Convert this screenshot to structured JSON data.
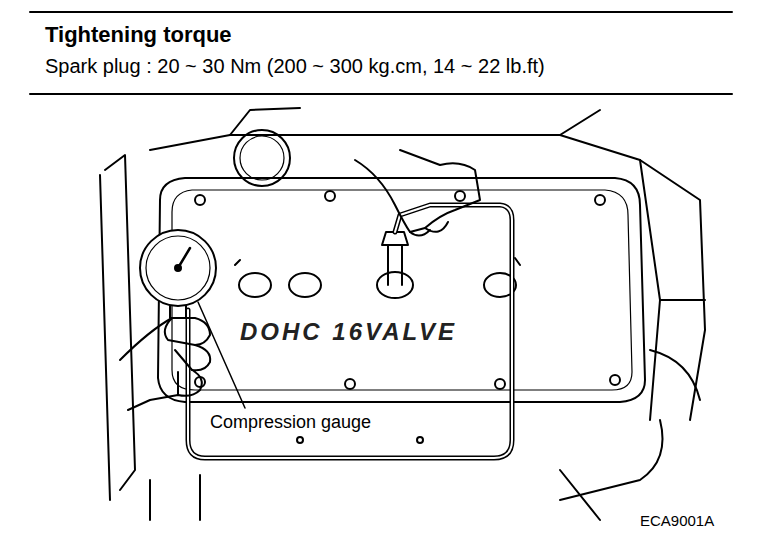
{
  "diagram": {
    "title": "Tightening torque",
    "labels": [
      "Spark plug : 20 ~ 30 Nm (200 ~ 300 kg.cm, 14 ~ 22 lb.ft)",
      "DOHC 16VALVE",
      "Compression gauge",
      "ECA9001A"
    ]
  }
}
